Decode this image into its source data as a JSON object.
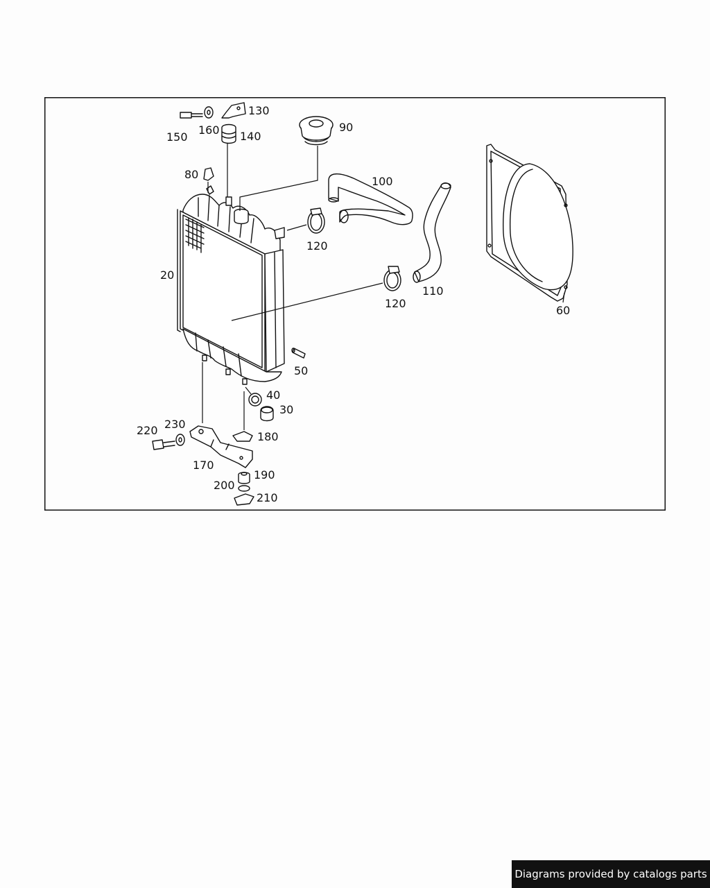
{
  "parts": [
    {
      "id": "p130",
      "label": "130"
    },
    {
      "id": "p150",
      "label": "150"
    },
    {
      "id": "p160",
      "label": "160"
    },
    {
      "id": "p140",
      "label": "140"
    },
    {
      "id": "p90",
      "label": "90"
    },
    {
      "id": "p80",
      "label": "80"
    },
    {
      "id": "p100",
      "label": "100"
    },
    {
      "id": "p20",
      "label": "20"
    },
    {
      "id": "p120a",
      "label": "120"
    },
    {
      "id": "p120b",
      "label": "120"
    },
    {
      "id": "p110",
      "label": "110"
    },
    {
      "id": "p60",
      "label": "60"
    },
    {
      "id": "p50",
      "label": "50"
    },
    {
      "id": "p40",
      "label": "40"
    },
    {
      "id": "p30",
      "label": "30"
    },
    {
      "id": "p230",
      "label": "230"
    },
    {
      "id": "p220",
      "label": "220"
    },
    {
      "id": "p180",
      "label": "180"
    },
    {
      "id": "p170",
      "label": "170"
    },
    {
      "id": "p190",
      "label": "190"
    },
    {
      "id": "p200",
      "label": "200"
    },
    {
      "id": "p210",
      "label": "210"
    }
  ],
  "footer": {
    "credit": "Diagrams provided by catalogs parts"
  }
}
